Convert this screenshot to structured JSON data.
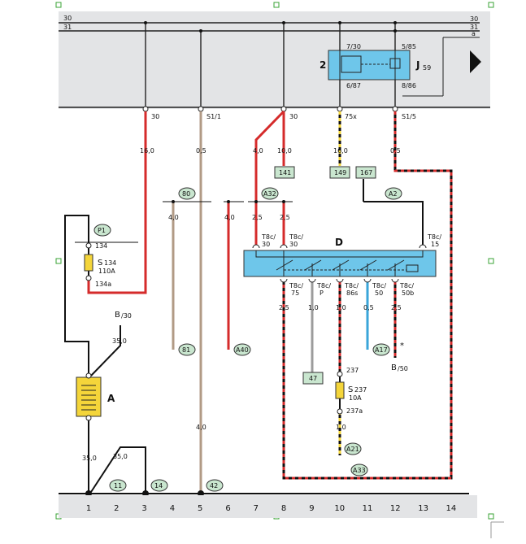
{
  "bus": {
    "rail_30": "30",
    "rail_31": "31",
    "rail_a": "a"
  },
  "relay": {
    "ref": "2",
    "name": "J",
    "sub": "59",
    "pin_7_30": "7/30",
    "pin_5_85": "5/85",
    "pin_6_87": "6/87",
    "pin_8_86": "8/86"
  },
  "drops": {
    "d30a": "30",
    "s1_1": "S1/1",
    "d30b": "30",
    "d75x": "75x",
    "s1_5": "S1/5"
  },
  "gauges": {
    "g16_0a": "16,0",
    "g0_5a": "0,5",
    "g4_0a": "4,0",
    "g10_0": "10,0",
    "g16_0b": "16,0",
    "g0_5b": "0,5",
    "g4_0b": "4,0",
    "g4_0c": "4,0",
    "g2_5a": "2,5",
    "g2_5b": "2,5",
    "g2_5c": "2,5",
    "g1_0a": "1,0",
    "g1_0b": "1,0",
    "g0_5c": "0,5",
    "g2_5d": "2,5",
    "g35_a": "35,0",
    "g35_b": "35,0",
    "g35_c": "35,0",
    "g4_0d": "4,0",
    "g1_0c": "1,0"
  },
  "refs": {
    "r141": "141",
    "r149": "149",
    "r167": "167",
    "r47": "47",
    "c80": "80",
    "cA32": "A32",
    "cA2": "A2",
    "cP1": "P1",
    "c81": "81",
    "cA40": "A40",
    "cA17": "A17",
    "cA21": "A21",
    "cA33": "A33",
    "c11": "11",
    "c14": "14",
    "c42": "42"
  },
  "fuse134": {
    "label": "S",
    "sub": "134",
    "rating": "110A",
    "pin_top": "134",
    "pin_bot": "134a"
  },
  "fuse237": {
    "label": "S",
    "sub": "237",
    "rating": "10A",
    "pin_top": "237",
    "pin_bot": "237a"
  },
  "battery": {
    "label": "A"
  },
  "terminals": {
    "b30": "B",
    "b30_sub": "/30",
    "b50": "B",
    "b50_sub": "/50",
    "star": "*"
  },
  "module": {
    "label": "D",
    "t_30a": "T8c/",
    "t_30a_n": "30",
    "t_30b": "T8c/",
    "t_30b_n": "30",
    "t_15": "T8c/",
    "t_15_n": "15",
    "t_75": "T8c/",
    "t_75_n": "75",
    "t_p": "T8c/",
    "t_p_n": "P",
    "t_86s": "T8c/",
    "t_86s_n": "86s",
    "t_50": "T8c/",
    "t_50_n": "50",
    "t_50b": "T8c/",
    "t_50b_n": "50b"
  },
  "columns": [
    "1",
    "2",
    "3",
    "4",
    "5",
    "6",
    "7",
    "8",
    "9",
    "10",
    "11",
    "12",
    "13",
    "14"
  ]
}
